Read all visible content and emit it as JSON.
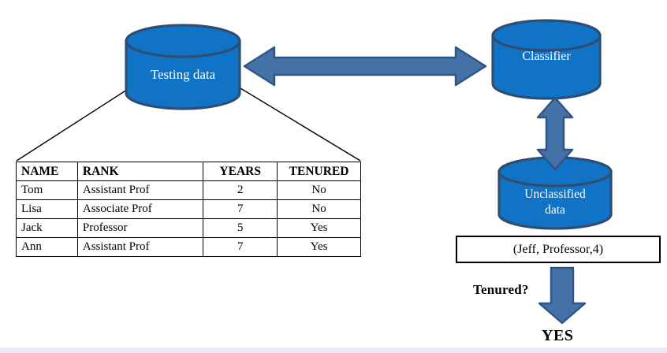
{
  "diagram": {
    "title": "Classification process: testing data, classifier and unclassified data",
    "colors": {
      "cylinder_fill": "#1073c6",
      "cylinder_stroke": "#2e4d73",
      "arrow_fill": "#4472a8",
      "arrow_stroke": "#2e5482",
      "line": "#000000",
      "strip": "#e8ecf6",
      "label_text": "#ffffff"
    },
    "nodes": {
      "testing_data": {
        "label": "Testing data"
      },
      "classifier": {
        "label": "Classifier"
      },
      "unclassified_data": {
        "label_line1": "Unclassified",
        "label_line2": "data"
      }
    },
    "tuple_box": {
      "text": "(Jeff, Professor,4)"
    },
    "question_label": {
      "text": "Tenured?"
    },
    "answer_label": {
      "text": "YES"
    },
    "connectors": [
      {
        "name": "testing-to-classifier",
        "kind": "double-arrow-horizontal"
      },
      {
        "name": "classifier-to-unclassified",
        "kind": "double-arrow-vertical"
      },
      {
        "name": "tuple-to-answer",
        "kind": "single-arrow-down"
      },
      {
        "name": "testing-data-to-table-left",
        "kind": "line"
      },
      {
        "name": "testing-data-to-table-right",
        "kind": "line"
      }
    ]
  },
  "table": {
    "headers": [
      "NAME",
      "RANK",
      "YEARS",
      "TENURED"
    ],
    "rows": [
      {
        "name": "Tom",
        "rank": "Assistant Prof",
        "years": "2",
        "tenured": "No"
      },
      {
        "name": "Lisa",
        "rank": "Associate Prof",
        "years": "7",
        "tenured": "No"
      },
      {
        "name": "Jack",
        "rank": "Professor",
        "years": "5",
        "tenured": "Yes"
      },
      {
        "name": "Ann",
        "rank": "Assistant Prof",
        "years": "7",
        "tenured": "Yes"
      }
    ]
  }
}
